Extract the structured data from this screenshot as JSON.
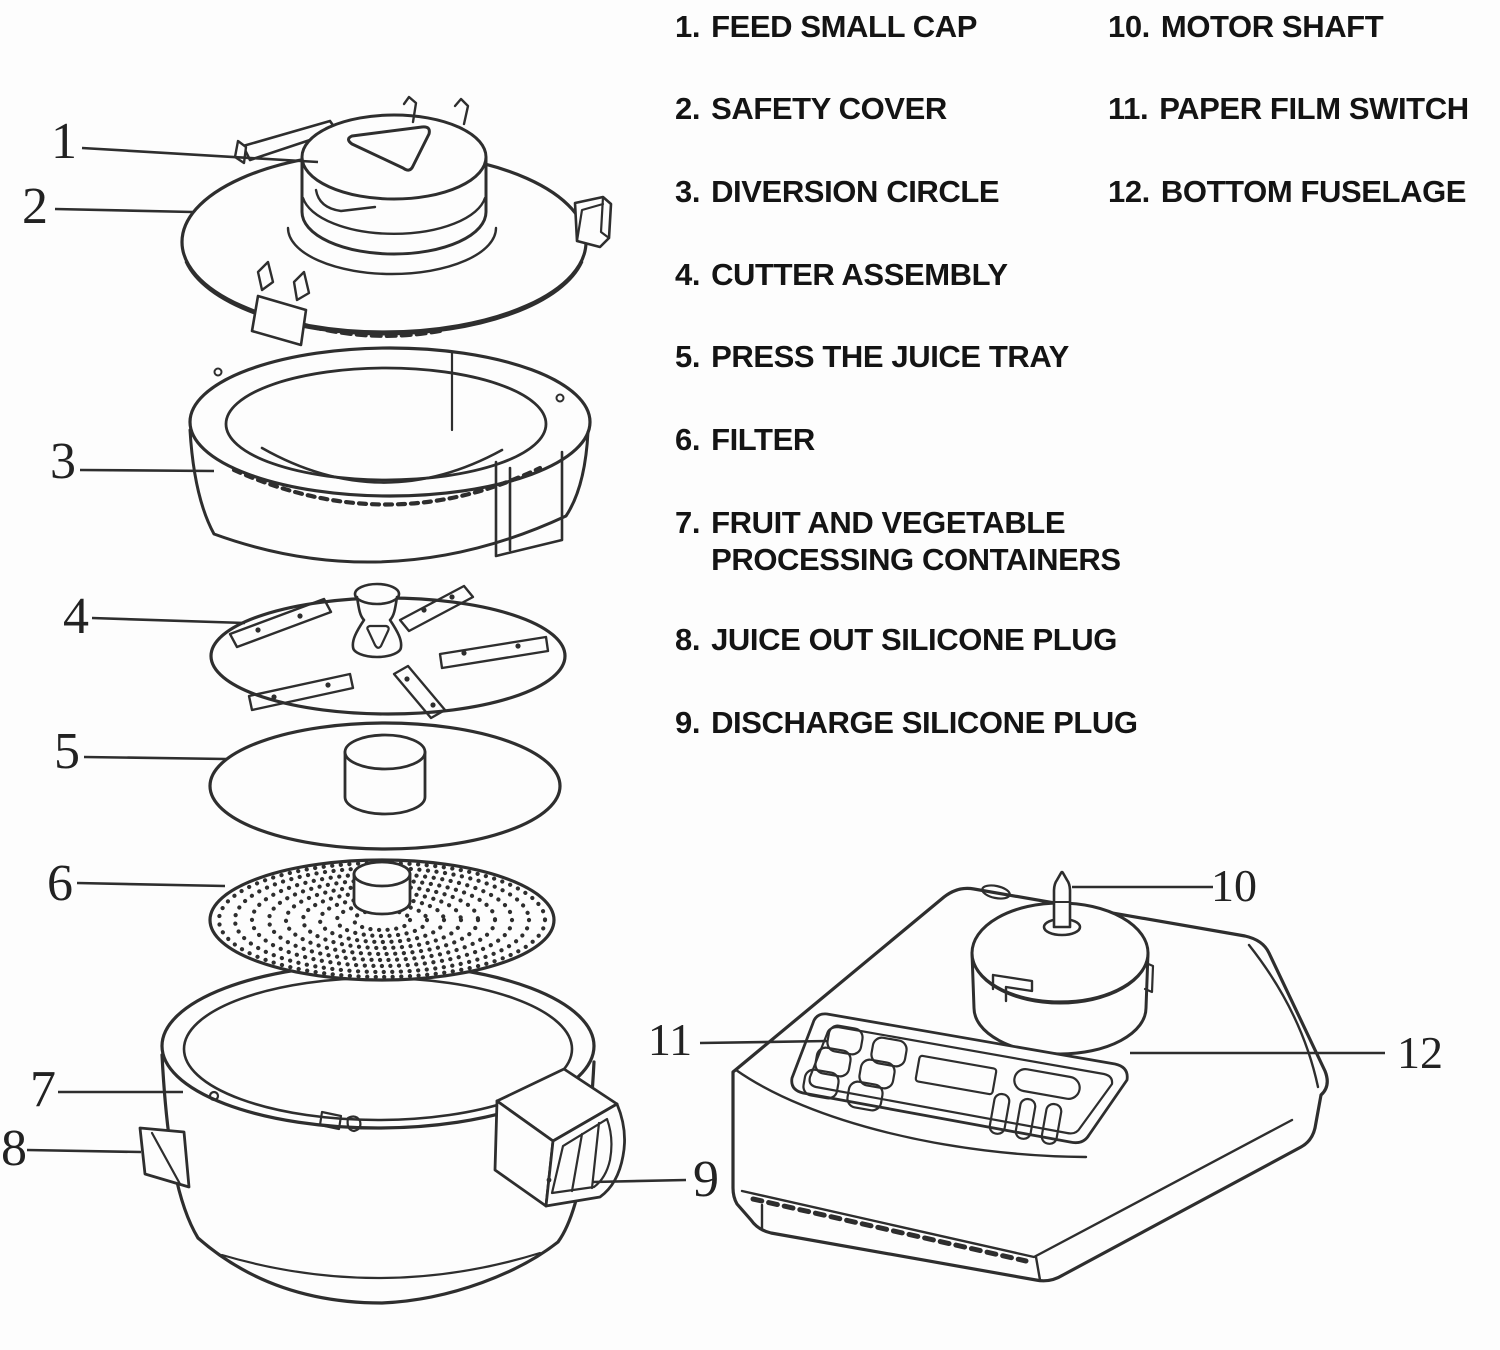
{
  "title": "Juicer exploded parts diagram",
  "colors": {
    "ink": "#2e2e2e",
    "background": "#fdfdfd",
    "text": "#141414"
  },
  "legend": {
    "left": [
      {
        "num": "1.",
        "label": "FEED SMALL CAP"
      },
      {
        "num": "2.",
        "label": "SAFETY COVER"
      },
      {
        "num": "3.",
        "label": "DIVERSION CIRCLE"
      },
      {
        "num": "4.",
        "label": "CUTTER ASSEMBLY"
      },
      {
        "num": "5.",
        "label": "PRESS THE JUICE TRAY"
      },
      {
        "num": "6.",
        "label": "FILTER"
      },
      {
        "num": "7.",
        "label": "FRUIT AND VEGETABLE\nPROCESSING CONTAINERS"
      },
      {
        "num": "8.",
        "label": "JUICE OUT SILICONE PLUG"
      },
      {
        "num": "9.",
        "label": "DISCHARGE SILICONE PLUG"
      }
    ],
    "right": [
      {
        "num": "10.",
        "label": "MOTOR SHAFT"
      },
      {
        "num": "11.",
        "label": "PAPER FILM SWITCH"
      },
      {
        "num": "12.",
        "label": "BOTTOM FUSELAGE"
      }
    ]
  },
  "callouts": [
    {
      "num": "1"
    },
    {
      "num": "2"
    },
    {
      "num": "3"
    },
    {
      "num": "4"
    },
    {
      "num": "5"
    },
    {
      "num": "6"
    },
    {
      "num": "7"
    },
    {
      "num": "8"
    },
    {
      "num": "9"
    },
    {
      "num": "10"
    },
    {
      "num": "11"
    },
    {
      "num": "12"
    }
  ]
}
